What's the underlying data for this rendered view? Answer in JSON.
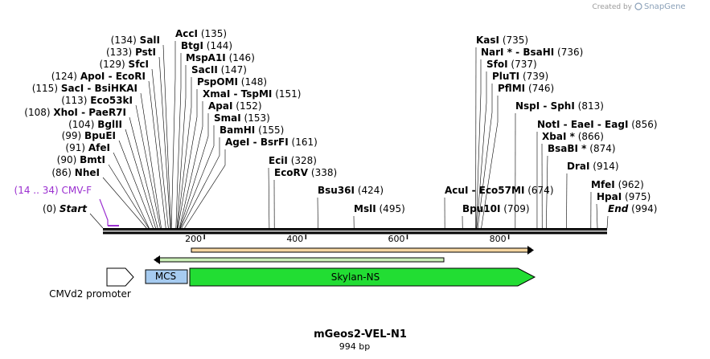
{
  "watermark": {
    "prefix": "Created by",
    "brand": "SnapGene"
  },
  "map": {
    "title": "mGeos2-VEL-N1",
    "length": 994,
    "length_label": "994 bp",
    "ticks": [
      200,
      400,
      600,
      800
    ]
  },
  "features": [
    {
      "id": "mcs",
      "label": "MCS",
      "start": 84,
      "end": 167,
      "color": "#a6cbf0"
    },
    {
      "id": "skylan",
      "label": "Skylan-NS",
      "start": 170,
      "end": 857,
      "color": "#22dd33"
    },
    {
      "id": "cmvd2",
      "label": "CMVd2 promoter",
      "start": 9,
      "end": 60,
      "color": "#ffffff"
    }
  ],
  "sites": [
    {
      "label": "Start",
      "pos": "(0)",
      "bp": 0,
      "italic": true
    },
    {
      "label": "CMV-F",
      "pos": "(14 .. 34)",
      "bp": 24,
      "primer": true
    },
    {
      "label": "NheI",
      "pos": "(86)",
      "bp": 86
    },
    {
      "label": "BmtI",
      "pos": "(90)",
      "bp": 90
    },
    {
      "label": "AfeI",
      "pos": "(91)",
      "bp": 91
    },
    {
      "label": "BpuEI",
      "pos": "(99)",
      "bp": 99
    },
    {
      "label": "BglII",
      "pos": "(104)",
      "bp": 104
    },
    {
      "label": "XhoI  - PaeR7I",
      "pos": "(108)",
      "bp": 108
    },
    {
      "label": "Eco53kI",
      "pos": "(113)",
      "bp": 113
    },
    {
      "label": "SacI  - BsiHKAI",
      "pos": "(115)",
      "bp": 115
    },
    {
      "label": "ApoI  - EcoRI",
      "pos": "(124)",
      "bp": 124
    },
    {
      "label": "SfcI",
      "pos": "(129)",
      "bp": 129
    },
    {
      "label": "PstI",
      "pos": "(133)",
      "bp": 133
    },
    {
      "label": "SalI",
      "pos": "(134)",
      "bp": 134
    },
    {
      "label": "AccI",
      "pos": "(135)",
      "bp": 135
    },
    {
      "label": "BtgI",
      "pos": "(144)",
      "bp": 144
    },
    {
      "label": "MspA1I",
      "pos": "(146)",
      "bp": 146
    },
    {
      "label": "SacII",
      "pos": "(147)",
      "bp": 147
    },
    {
      "label": "PspOMI",
      "pos": "(148)",
      "bp": 148
    },
    {
      "label": "XmaI  - TspMI",
      "pos": "(151)",
      "bp": 151
    },
    {
      "label": "ApaI",
      "pos": "(152)",
      "bp": 152
    },
    {
      "label": "SmaI",
      "pos": "(153)",
      "bp": 153
    },
    {
      "label": "BamHI",
      "pos": "(155)",
      "bp": 155
    },
    {
      "label": "AgeI  - BsrFI",
      "pos": "(161)",
      "bp": 161
    },
    {
      "label": "EciI",
      "pos": "(328)",
      "bp": 328
    },
    {
      "label": "EcoRV",
      "pos": "(338)",
      "bp": 338
    },
    {
      "label": "Bsu36I",
      "pos": "(424)",
      "bp": 424
    },
    {
      "label": "MslI",
      "pos": "(495)",
      "bp": 495
    },
    {
      "label": "AcuI  - Eco57MI",
      "pos": "(674)",
      "bp": 674
    },
    {
      "label": "Bpu10I",
      "pos": "(709)",
      "bp": 709
    },
    {
      "label": "KasI",
      "pos": "(735)",
      "bp": 735
    },
    {
      "label": "NarI *  - BsaHI",
      "pos": "(736)",
      "bp": 736
    },
    {
      "label": "SfoI",
      "pos": "(737)",
      "bp": 737
    },
    {
      "label": "PluTI",
      "pos": "(739)",
      "bp": 739
    },
    {
      "label": "PflMI",
      "pos": "(746)",
      "bp": 746
    },
    {
      "label": "NspI  - SphI",
      "pos": "(813)",
      "bp": 813
    },
    {
      "label": "NotI  - EaeI  - EagI",
      "pos": "(856)",
      "bp": 856
    },
    {
      "label": "XbaI *",
      "pos": "(866)",
      "bp": 866
    },
    {
      "label": "BsaBI *",
      "pos": "(874)",
      "bp": 874
    },
    {
      "label": "DraI",
      "pos": "(914)",
      "bp": 914
    },
    {
      "label": "MfeI",
      "pos": "(962)",
      "bp": 962
    },
    {
      "label": "HpaI",
      "pos": "(975)",
      "bp": 975
    },
    {
      "label": "End",
      "pos": "(994)",
      "bp": 994,
      "italic": true
    }
  ]
}
